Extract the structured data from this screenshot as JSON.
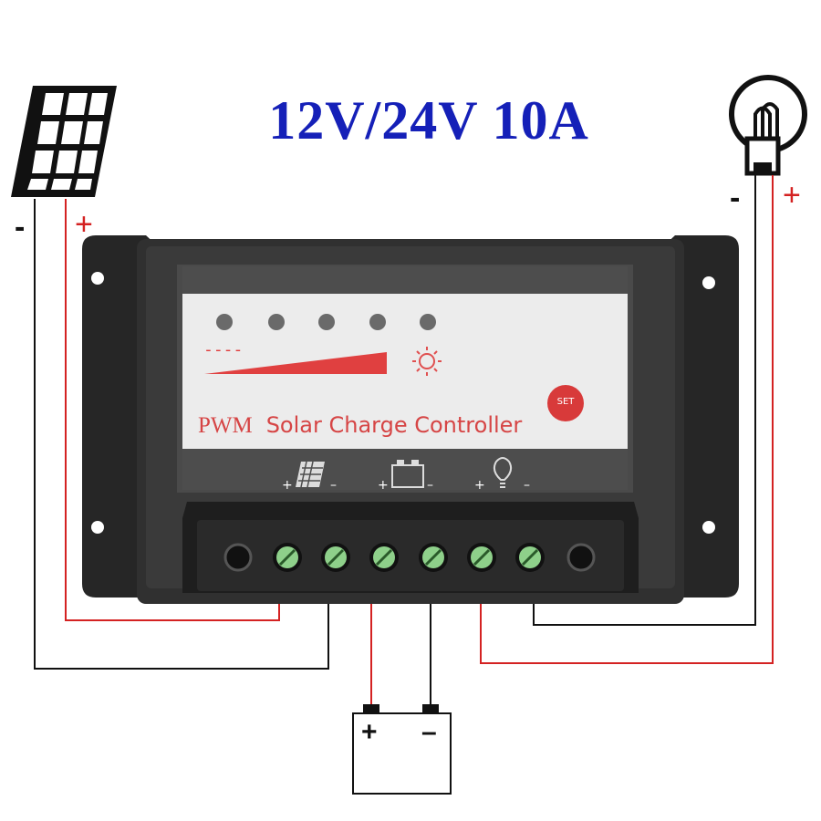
{
  "title": "12V/24V  10A",
  "controller": {
    "label_pwm": "PWM",
    "label_name": "Solar Charge Controller",
    "set_button": "SET",
    "bar_dashes": "----",
    "terminal_signs": {
      "solar_plus": "+",
      "solar_minus": "–",
      "battery_plus": "+",
      "battery_minus": "–",
      "load_plus": "+",
      "load_minus": "–"
    }
  },
  "solar_panel": {
    "minus": "-",
    "plus": "+"
  },
  "lamp": {
    "minus": "-",
    "plus": "+"
  },
  "battery": {
    "plus": "+",
    "minus": "–"
  },
  "colors": {
    "title": "#1520b8",
    "positive_wire": "#d42222",
    "negative_wire": "#111111",
    "controller_body": "#2b2b2b",
    "indicator_bar": "#e04040",
    "terminal_screw": "#7fc27a"
  },
  "icons": [
    "solar-panel-icon",
    "light-bulb-icon",
    "battery-icon",
    "sun-icon"
  ]
}
